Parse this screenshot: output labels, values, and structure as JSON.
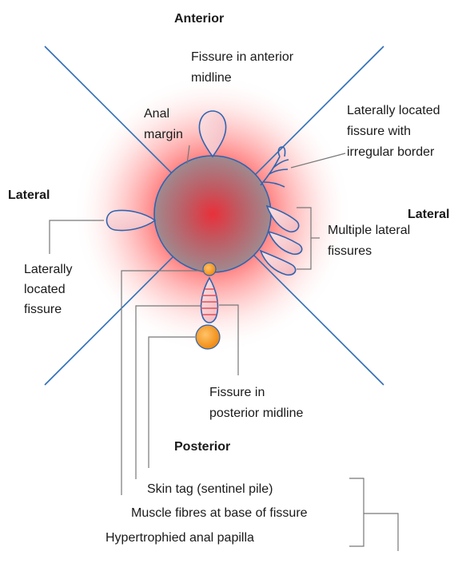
{
  "directions": {
    "anterior": "Anterior",
    "posterior": "Posterior",
    "lateral_left": "Lateral",
    "lateral_right": "Lateral"
  },
  "labels": {
    "fissure_anterior_1": "Fissure in anterior",
    "fissure_anterior_2": "midline",
    "anal_margin_1": "Anal",
    "anal_margin_2": "margin",
    "irregular_1": "Laterally located",
    "irregular_2": "fissure with",
    "irregular_3": "irregular border",
    "multiple_1": "Multiple lateral",
    "multiple_2": "fissures",
    "lateral_fissure_1": "Laterally",
    "lateral_fissure_2": "located",
    "lateral_fissure_3": "fissure",
    "posterior_fissure_1": "Fissure in",
    "posterior_fissure_2": "posterior midline",
    "skin_tag": "Skin tag (sentinel pile)",
    "muscle_fibres": "Muscle fibres at base of fissure",
    "papilla": "Hypertrophied anal papilla"
  },
  "colors": {
    "axis_line": "#2f6db5",
    "fissure_outline": "#2f63b0",
    "glow_red": "#ff2020",
    "anal_disc_grey": "#a08a8f",
    "papilla_orange": "#f39220",
    "muscle_stripes": "#e0505a",
    "pointer_line": "#777777"
  }
}
